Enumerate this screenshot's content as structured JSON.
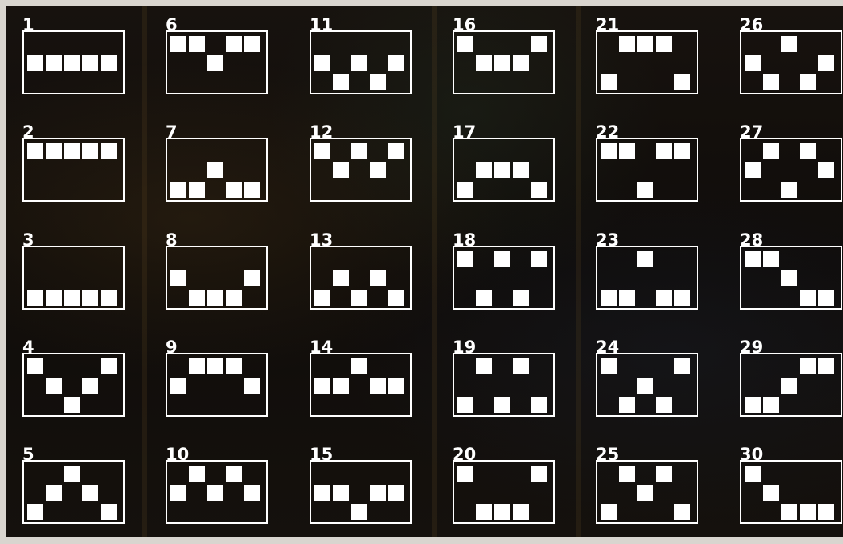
{
  "paylines": [
    {
      "label": "1",
      "rows": [
        1,
        1,
        1,
        1,
        1
      ]
    },
    {
      "label": "2",
      "rows": [
        0,
        0,
        0,
        0,
        0
      ]
    },
    {
      "label": "3",
      "rows": [
        2,
        2,
        2,
        2,
        2
      ]
    },
    {
      "label": "4",
      "rows": [
        0,
        1,
        2,
        1,
        0
      ]
    },
    {
      "label": "5",
      "rows": [
        2,
        1,
        0,
        1,
        2
      ]
    },
    {
      "label": "6",
      "rows": [
        0,
        0,
        1,
        0,
        0
      ]
    },
    {
      "label": "7",
      "rows": [
        2,
        2,
        1,
        2,
        2
      ]
    },
    {
      "label": "8",
      "rows": [
        1,
        2,
        2,
        2,
        1
      ]
    },
    {
      "label": "9",
      "rows": [
        1,
        0,
        0,
        0,
        1
      ]
    },
    {
      "label": "10",
      "rows": [
        1,
        0,
        1,
        0,
        1
      ]
    },
    {
      "label": "11",
      "rows": [
        1,
        2,
        1,
        2,
        1
      ]
    },
    {
      "label": "12",
      "rows": [
        0,
        1,
        0,
        1,
        0
      ]
    },
    {
      "label": "13",
      "rows": [
        2,
        1,
        2,
        1,
        2
      ]
    },
    {
      "label": "14",
      "rows": [
        1,
        1,
        0,
        1,
        1
      ]
    },
    {
      "label": "15",
      "rows": [
        1,
        1,
        2,
        1,
        1
      ]
    },
    {
      "label": "16",
      "rows": [
        0,
        1,
        1,
        1,
        0
      ]
    },
    {
      "label": "17",
      "rows": [
        2,
        1,
        1,
        1,
        2
      ]
    },
    {
      "label": "18",
      "rows": [
        0,
        2,
        0,
        2,
        0
      ]
    },
    {
      "label": "19",
      "rows": [
        2,
        0,
        2,
        0,
        2
      ]
    },
    {
      "label": "20",
      "rows": [
        0,
        2,
        2,
        2,
        0
      ]
    },
    {
      "label": "21",
      "rows": [
        2,
        0,
        0,
        0,
        2
      ]
    },
    {
      "label": "22",
      "rows": [
        0,
        0,
        2,
        0,
        0
      ]
    },
    {
      "label": "23",
      "rows": [
        2,
        2,
        0,
        2,
        2
      ]
    },
    {
      "label": "24",
      "rows": [
        0,
        2,
        1,
        2,
        0
      ]
    },
    {
      "label": "25",
      "rows": [
        2,
        0,
        1,
        0,
        2
      ]
    },
    {
      "label": "26",
      "rows": [
        1,
        2,
        0,
        2,
        1
      ]
    },
    {
      "label": "27",
      "rows": [
        1,
        0,
        2,
        0,
        1
      ]
    },
    {
      "label": "28",
      "rows": [
        0,
        0,
        1,
        2,
        2
      ]
    },
    {
      "label": "29",
      "rows": [
        2,
        2,
        1,
        0,
        0
      ]
    },
    {
      "label": "30",
      "rows": [
        0,
        1,
        2,
        2,
        2
      ]
    }
  ],
  "colors": {
    "symbol": "#ffffff",
    "frame": "#ffffff",
    "background": "#110d0a"
  }
}
